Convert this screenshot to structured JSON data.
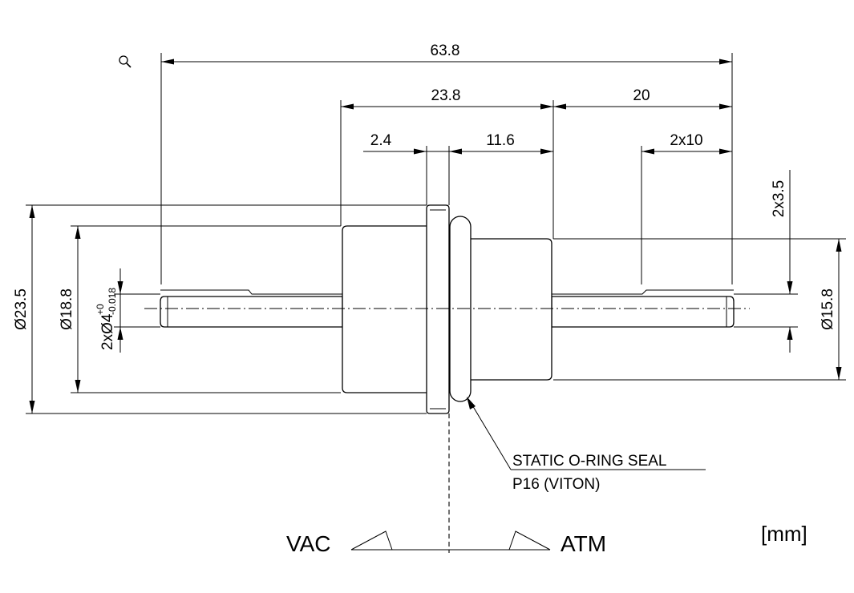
{
  "dimensions": {
    "overall_length": "63.8",
    "vac_flange_to_step": "23.8",
    "atm_length": "20",
    "flange_thickness": "2.4",
    "atm_shoulder": "11.6",
    "pin_length": "2x10",
    "pin_flat": "2x3.5",
    "dia_flange": "Ø23.5",
    "dia_vac_body": "Ø18.8",
    "dia_atm_body": "Ø15.8",
    "pin_dia_prefix": "2xØ4",
    "pin_tol_upper": "+0",
    "pin_tol_lower": "-0.018"
  },
  "seal_note": {
    "line1": "STATIC O-RING SEAL",
    "line2": "P16 (VITON)"
  },
  "sides": {
    "vac": "VAC",
    "atm": "ATM"
  },
  "units": "[mm]",
  "icons": {
    "zoom": "magnifier-icon"
  }
}
